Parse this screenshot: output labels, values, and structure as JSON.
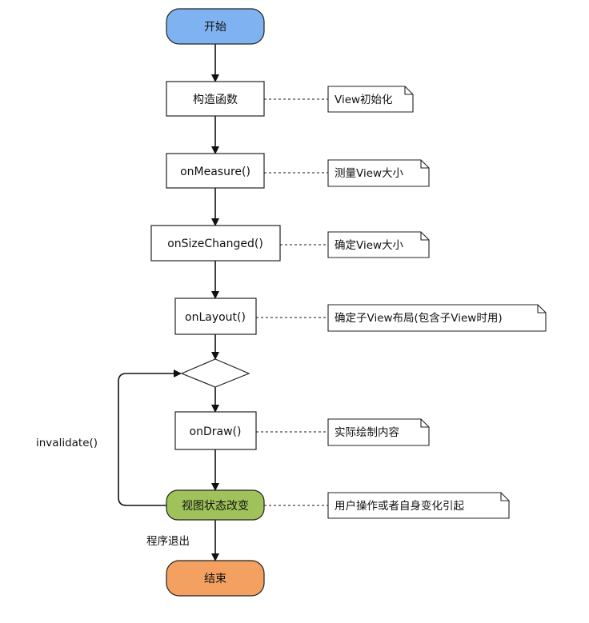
{
  "nodes": {
    "start": {
      "label": "开始",
      "color": "#7fb2f0"
    },
    "constructor": {
      "label": "构造函数"
    },
    "on_measure": {
      "label": "onMeasure()"
    },
    "on_size_changed": {
      "label": "onSizeChanged()"
    },
    "on_layout": {
      "label": "onLayout()"
    },
    "on_draw": {
      "label": "onDraw()"
    },
    "state_change": {
      "label": "视图状态改变",
      "color": "#9fc25a"
    },
    "end": {
      "label": "结束",
      "color": "#f4a060"
    }
  },
  "notes": {
    "constructor": "View初始化",
    "on_measure": "测量View大小",
    "on_size_changed": "确定View大小",
    "on_layout": "确定子View布局(包含子View时用)",
    "on_draw": "实际绘制内容",
    "state_change": "用户操作或者自身变化引起"
  },
  "edges": {
    "invalidate": "invalidate()",
    "exit": "程序退出"
  }
}
